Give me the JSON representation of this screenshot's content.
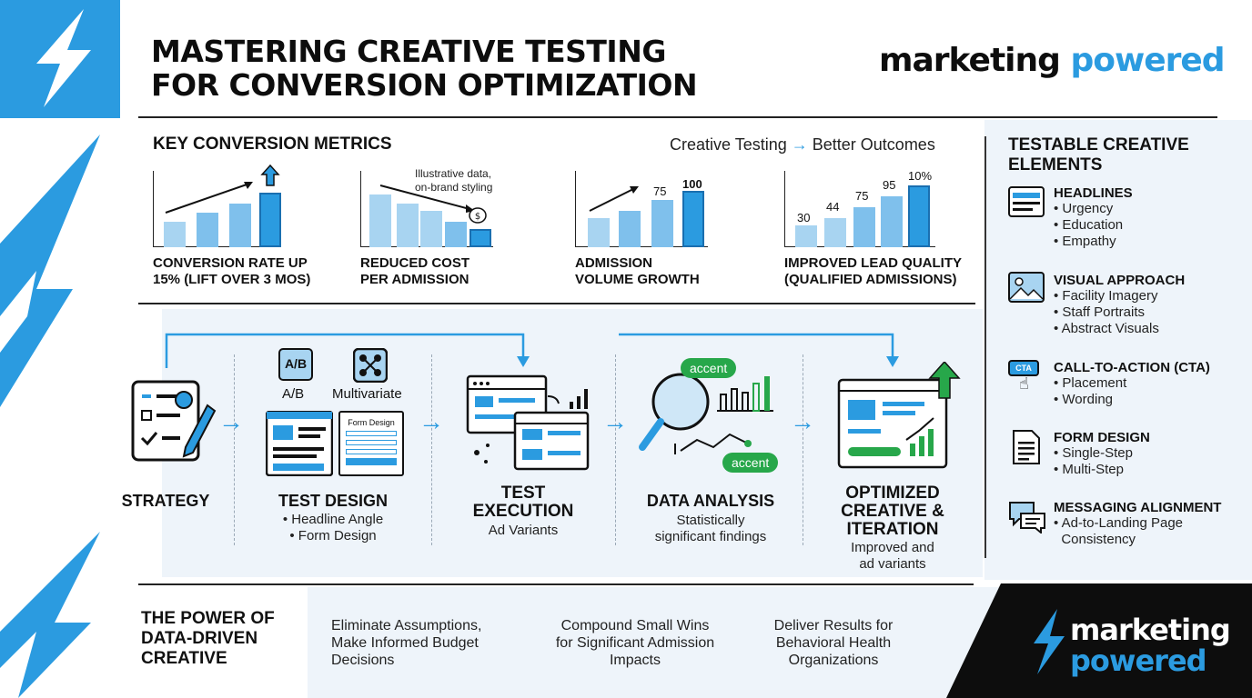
{
  "header": {
    "title_line1": "MASTERING CREATIVE TESTING",
    "title_line2": "FOR CONVERSION OPTIMIZATION",
    "brand_dark": "marketing",
    "brand_light": "powered"
  },
  "metrics": {
    "heading": "KEY CONVERSION METRICS",
    "tagline_left": "Creative Testing",
    "tagline_right": "Better Outcomes",
    "note": "Illustrative data, on-brand styling",
    "cards": [
      {
        "label_line1": "CONVERSION RATE UP",
        "label_line2": "15% (LIFT OVER 3 MOS)"
      },
      {
        "label_line1": "REDUCED COST",
        "label_line2": "PER ADMISSION"
      },
      {
        "label_line1": "ADMISSION",
        "label_line2": "VOLUME GROWTH",
        "labels": [
          "75",
          "100"
        ]
      },
      {
        "label_line1": "IMPROVED LEAD QUALITY",
        "label_line2": "(QUALIFIED ADMISSIONS)",
        "labels": [
          "30",
          "44",
          "75",
          "95",
          "10%"
        ]
      }
    ]
  },
  "process": {
    "steps": [
      {
        "title": "STRATEGY"
      },
      {
        "title": "TEST DESIGN",
        "bullets": [
          "• Headline Angle",
          "• Form Design"
        ],
        "ab": "A/B",
        "ab_caption": "A/B",
        "mv_caption": "Multivariate",
        "form_caption": "Form Design"
      },
      {
        "title_line1": "TEST",
        "title_line2": "EXECUTION",
        "sub": "Ad Variants"
      },
      {
        "title": "DATA ANALYSIS",
        "sub_line1": "Statistically",
        "sub_line2": "significant findings",
        "pill1": "accent",
        "pill2": "accent"
      },
      {
        "title_line1": "OPTIMIZED",
        "title_line2": "CREATIVE &",
        "title_line3": "ITERATION",
        "sub_line1": "Improved and",
        "sub_line2": "ad variants"
      }
    ]
  },
  "sidebar": {
    "heading_line1": "TESTABLE CREATIVE",
    "heading_line2": "ELEMENTS",
    "cta_icon_text": "CTA",
    "groups": [
      {
        "title": "HEADLINES",
        "items": [
          "• Urgency",
          "• Education",
          "• Empathy"
        ]
      },
      {
        "title": "VISUAL APPROACH",
        "items": [
          "• Facility Imagery",
          "• Staff Portraits",
          "• Abstract Visuals"
        ]
      },
      {
        "title": "CALL-TO-ACTION (CTA)",
        "items": [
          "• Placement",
          "• Wording"
        ]
      },
      {
        "title": "FORM DESIGN",
        "items": [
          "• Single-Step",
          "• Multi-Step"
        ]
      },
      {
        "title": "MESSAGING ALIGNMENT",
        "items": [
          "• Ad-to-Landing Page",
          "  Consistency"
        ]
      }
    ]
  },
  "footer": {
    "heading_line1": "THE POWER OF",
    "heading_line2": "DATA-DRIVEN",
    "heading_line3": "CREATIVE",
    "points": [
      {
        "line1": "Eliminate Assumptions,",
        "line2": "Make Informed Budget",
        "line3": "Decisions"
      },
      {
        "line1": "Compound Small Wins",
        "line2": "for Significant Admission",
        "line3": "Impacts"
      },
      {
        "line1": "Deliver Results for",
        "line2": "Behavioral Health",
        "line3": "Organizations"
      }
    ],
    "brand_line1": "marketing",
    "brand_line2": "powered"
  },
  "colors": {
    "accent": "#2b9be0",
    "dark": "#0d0d0d",
    "green": "#27a74a",
    "panel": "#eef4fa"
  }
}
